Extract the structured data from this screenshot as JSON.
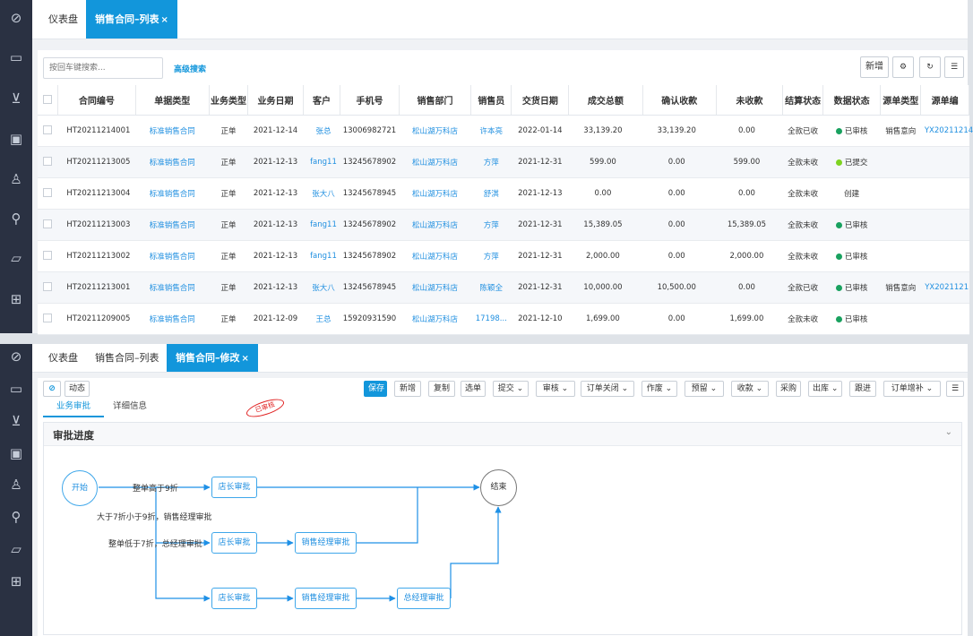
{
  "sidebar_icons": [
    "compass-icon",
    "inbox-icon",
    "cart-icon",
    "briefcase-icon",
    "user-icon",
    "wrench-icon",
    "folder-icon",
    "gift-icon"
  ],
  "list_screen": {
    "tabs": [
      {
        "label": "仪表盘"
      },
      {
        "label": "销售合同–列表",
        "close": "×"
      }
    ],
    "search_placeholder": "按回车键搜索...",
    "advanced_search": "高级搜索",
    "new_button": "新增",
    "columns": [
      "合同编号",
      "单据类型",
      "业务类型",
      "业务日期",
      "客户",
      "手机号",
      "销售部门",
      "销售员",
      "交货日期",
      "成交总额",
      "确认收款",
      "未收款",
      "结算状态",
      "数据状态",
      "源单类型",
      "源单编"
    ],
    "rows": [
      {
        "no": "HT20211214001",
        "type": "标准销售合同",
        "biz": "正单",
        "date": "2021-12-14",
        "customer": "张总",
        "phone": "13006982721",
        "dept": "松山湖万科店",
        "seller": "许本亮",
        "delivery": "2022-01-14",
        "total": "33,139.20",
        "confirmed": "33,139.20",
        "unpaid": "0.00",
        "settle": "全款已收",
        "status": "已审核",
        "status_color": "#19a15f",
        "src_type": "销售意向",
        "src_no": "YX20211214"
      },
      {
        "no": "HT20211213005",
        "type": "标准销售合同",
        "biz": "正单",
        "date": "2021-12-13",
        "customer": "fang11",
        "phone": "13245678902",
        "dept": "松山湖万科店",
        "seller": "方萍",
        "delivery": "2021-12-31",
        "total": "599.00",
        "confirmed": "0.00",
        "unpaid": "599.00",
        "settle": "全款未收",
        "status": "已提交",
        "status_color": "#7ed321",
        "src_type": "",
        "src_no": ""
      },
      {
        "no": "HT20211213004",
        "type": "标准销售合同",
        "biz": "正单",
        "date": "2021-12-13",
        "customer": "张大八",
        "phone": "13245678945",
        "dept": "松山湖万科店",
        "seller": "舒淇",
        "delivery": "2021-12-13",
        "total": "0.00",
        "confirmed": "0.00",
        "unpaid": "0.00",
        "settle": "全款未收",
        "status": "创建",
        "status_color": "",
        "src_type": "",
        "src_no": ""
      },
      {
        "no": "HT20211213003",
        "type": "标准销售合同",
        "biz": "正单",
        "date": "2021-12-13",
        "customer": "fang11",
        "phone": "13245678902",
        "dept": "松山湖万科店",
        "seller": "方萍",
        "delivery": "2021-12-31",
        "total": "15,389.05",
        "confirmed": "0.00",
        "unpaid": "15,389.05",
        "settle": "全款未收",
        "status": "已审核",
        "status_color": "#19a15f",
        "src_type": "",
        "src_no": ""
      },
      {
        "no": "HT20211213002",
        "type": "标准销售合同",
        "biz": "正单",
        "date": "2021-12-13",
        "customer": "fang11",
        "phone": "13245678902",
        "dept": "松山湖万科店",
        "seller": "方萍",
        "delivery": "2021-12-31",
        "total": "2,000.00",
        "confirmed": "0.00",
        "unpaid": "2,000.00",
        "settle": "全款未收",
        "status": "已审核",
        "status_color": "#19a15f",
        "src_type": "",
        "src_no": ""
      },
      {
        "no": "HT20211213001",
        "type": "标准销售合同",
        "biz": "正单",
        "date": "2021-12-13",
        "customer": "张大八",
        "phone": "13245678945",
        "dept": "松山湖万科店",
        "seller": "陈颖全",
        "delivery": "2021-12-31",
        "total": "10,000.00",
        "confirmed": "10,500.00",
        "unpaid": "0.00",
        "settle": "全款已收",
        "status": "已审核",
        "status_color": "#19a15f",
        "src_type": "销售意向",
        "src_no": "YX2021121"
      },
      {
        "no": "HT20211209005",
        "type": "标准销售合同",
        "biz": "正单",
        "date": "2021-12-09",
        "customer": "王总",
        "phone": "15920931590",
        "dept": "松山湖万科店",
        "seller": "17198...",
        "delivery": "2021-12-10",
        "total": "1,699.00",
        "confirmed": "0.00",
        "unpaid": "1,699.00",
        "settle": "全款未收",
        "status": "已审核",
        "status_color": "#19a15f",
        "src_type": "",
        "src_no": ""
      }
    ]
  },
  "edit_screen": {
    "tabs": [
      {
        "label": "仪表盘"
      },
      {
        "label": "销售合同–列表"
      },
      {
        "label": "销售合同–修改",
        "close": "×"
      }
    ],
    "dynamic_label": "动态",
    "toolbar": [
      {
        "label": "保存",
        "primary": true
      },
      {
        "label": "新增"
      },
      {
        "label": "复制"
      },
      {
        "label": "选单"
      },
      {
        "label": "提交 ⌄"
      },
      {
        "label": "审核 ⌄"
      },
      {
        "label": "订单关闭 ⌄"
      },
      {
        "label": "作废 ⌄"
      },
      {
        "label": "预留 ⌄"
      },
      {
        "label": "收款 ⌄"
      },
      {
        "label": "采购"
      },
      {
        "label": "出库 ⌄"
      },
      {
        "label": "跟进"
      },
      {
        "label": "订单增补 ⌄"
      }
    ],
    "sub_tabs": [
      "业务审批",
      "详细信息"
    ],
    "stamp": "已审核",
    "section_title": "审批进度",
    "flow": {
      "start": "开始",
      "end": "结束",
      "conditions": [
        "整单高于9折",
        "大于7折小于9折，销售经理审批",
        "整单低于7折，总经理审批"
      ],
      "node_store": "店长审批",
      "node_sales_mgr": "销售经理审批",
      "node_gm": "总经理审批"
    }
  },
  "colors": {
    "accent": "#1296db",
    "sidebar": "#2a3142",
    "link": "#1f8fe0"
  }
}
